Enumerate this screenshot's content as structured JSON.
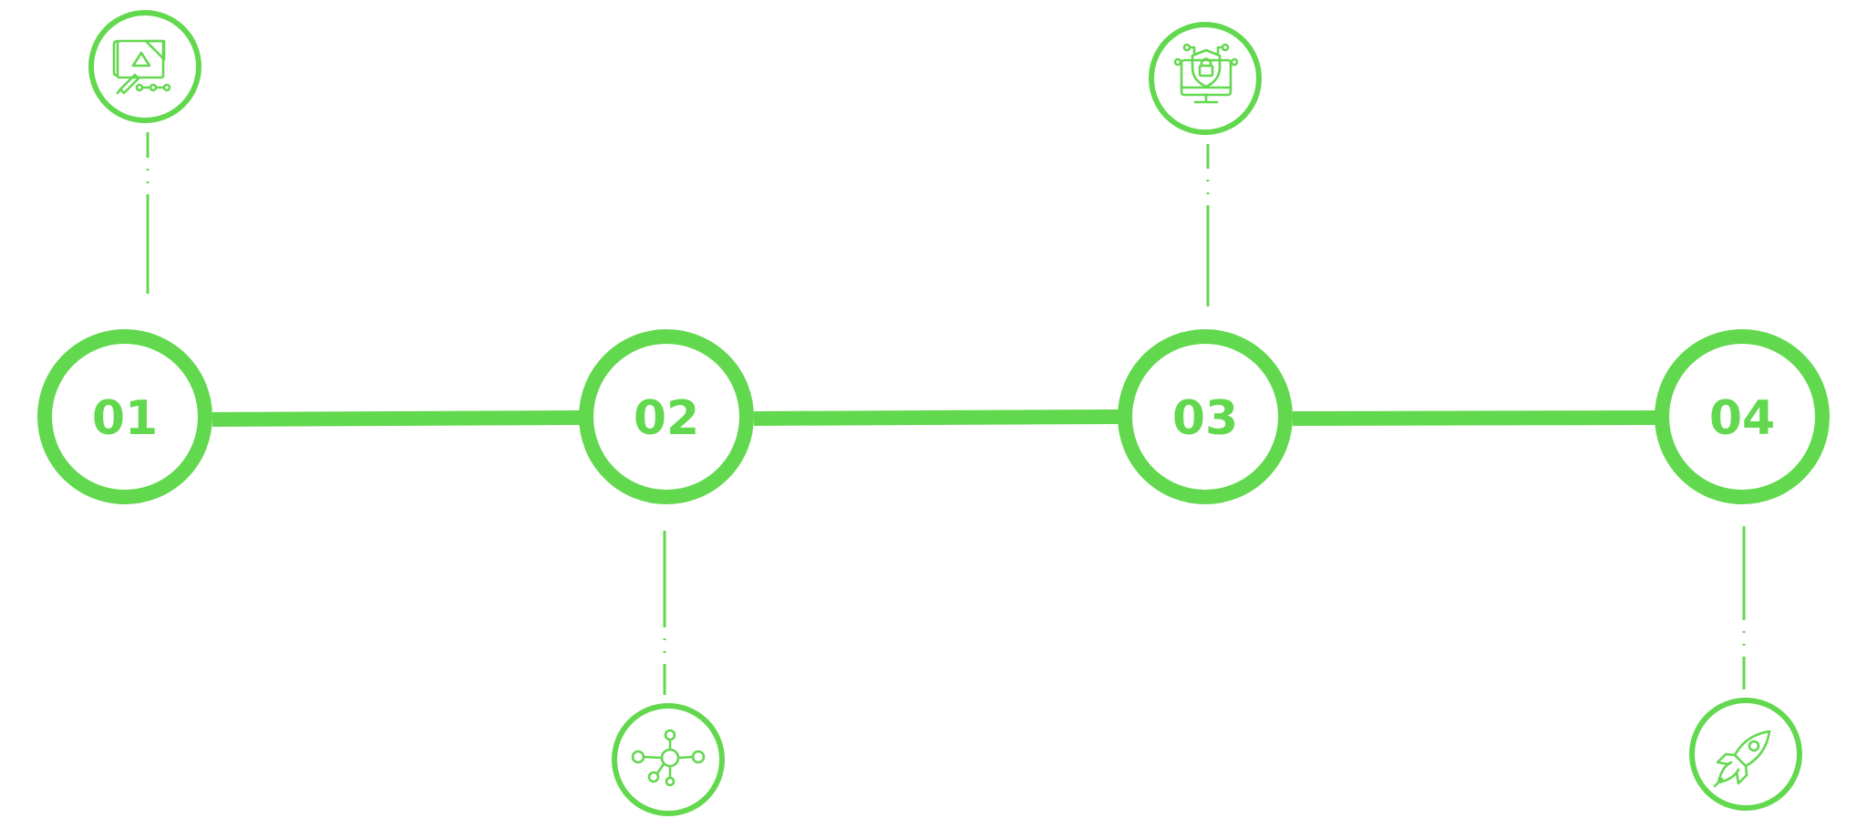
{
  "colors": {
    "accent": "#62d84e",
    "background": "#ffffff"
  },
  "steps": [
    {
      "number": "01",
      "icon": "design-blueprint-icon",
      "icon_side": "top"
    },
    {
      "number": "02",
      "icon": "network-nodes-icon",
      "icon_side": "bottom"
    },
    {
      "number": "03",
      "icon": "cybersecurity-lock-icon",
      "icon_side": "top"
    },
    {
      "number": "04",
      "icon": "rocket-launch-icon",
      "icon_side": "bottom"
    }
  ]
}
